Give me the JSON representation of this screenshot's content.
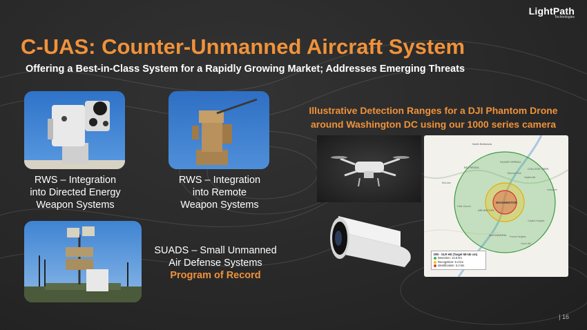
{
  "logo": {
    "brand": "LightPath",
    "sub": "Technologies"
  },
  "title": "C-UAS: Counter-Unmanned Aircraft System",
  "subtitle": "Offering a Best-in-Class System for a Rapidly Growing Market; Addresses Emerging Threats",
  "cards": [
    {
      "lines": [
        "RWS – Integration",
        "into Directed Energy",
        "Weapon Systems"
      ]
    },
    {
      "lines": [
        "RWS – Integration",
        "into Remote",
        "Weapon Systems"
      ]
    },
    {
      "lines": [
        "SUADS – Small Unmanned",
        "Air Defense Systems"
      ],
      "accent": "Program of Record"
    }
  ],
  "detection": {
    "title_line1": "Illustrative Detection Ranges for a DJI Phantom Drone",
    "title_line2": "around Washington DC using our 1000 series camera"
  },
  "map": {
    "labels": [
      "North Bethesda",
      "BETHESDA",
      "SILVER SPRING",
      "COLLEGE PARK",
      "WASHINGTON",
      "ALEXANDRIA",
      "ARLINGTON",
      "Takoma Park",
      "Hyattsville",
      "Capitol Heights",
      "Forest Heights",
      "Oxon Hill",
      "Landover",
      "McLean",
      "Falls Church"
    ],
    "legend": {
      "title": "DRI - SLR HD (Target 50×40 cm)",
      "items": [
        {
          "label": "Detection: 14.5 km",
          "color": "#4caf50"
        },
        {
          "label": "Recognition: 5.4 km",
          "color": "#f0c419"
        },
        {
          "label": "Identification: 3.4 km",
          "color": "#e53935"
        }
      ]
    }
  },
  "colors": {
    "accent": "#f0923a",
    "background": "#2b2b2b"
  },
  "page_number": "| 16"
}
